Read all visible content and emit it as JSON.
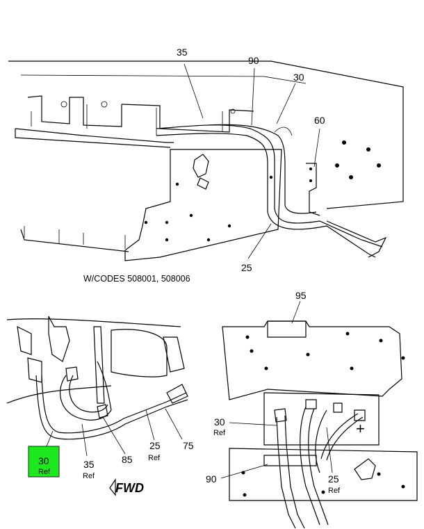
{
  "callouts": {
    "c35_top": "35",
    "c90_top": "90",
    "c30_top": "30",
    "c60": "60",
    "c25_top": "25",
    "c95": "95",
    "c30_right": "30",
    "c30_right_ref": "Ref",
    "c90_right": "90",
    "c25_right": "25",
    "c25_right_ref": "Ref",
    "c30_left": "30",
    "c30_left_ref": "Ref",
    "c35_left": "35",
    "c35_left_ref": "Ref",
    "c85": "85",
    "c25_left": "25",
    "c25_left_ref": "Ref",
    "c75": "75"
  },
  "caption": "W/CODES 508001, 508006",
  "fwd_label": "FWD",
  "plus_symbol": "+",
  "colors": {
    "highlight": "#1ee81e",
    "line": "#000000"
  }
}
